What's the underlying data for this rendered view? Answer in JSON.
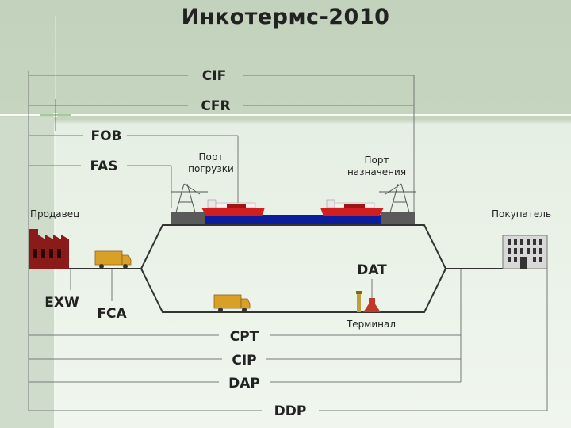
{
  "title": "Инкотермс-2010",
  "terms_top": {
    "cif": "CIF",
    "cfr": "CFR",
    "fob": "FOB",
    "fas": "FAS"
  },
  "terms_bottom": {
    "cpt": "CPT",
    "cip": "CIP",
    "dap": "DAP",
    "ddp": "DDP"
  },
  "terms_local": {
    "exw": "EXW",
    "fca": "FCA",
    "dat": "DAT"
  },
  "labels": {
    "seller": "Продавец",
    "buyer": "Покупатель",
    "port_loading_1": "Порт",
    "port_loading_2": "погрузки",
    "port_dest_1": "Порт",
    "port_dest_2": "назначения",
    "terminal": "Терминал"
  },
  "colors": {
    "bg_top": "#c3d3bd",
    "bg_bottom": "#eef4ec",
    "water": "#0b1c9c",
    "factory": "#8b1a1a",
    "truck": "#d9a028",
    "ship_hull": "#d21e1e"
  }
}
